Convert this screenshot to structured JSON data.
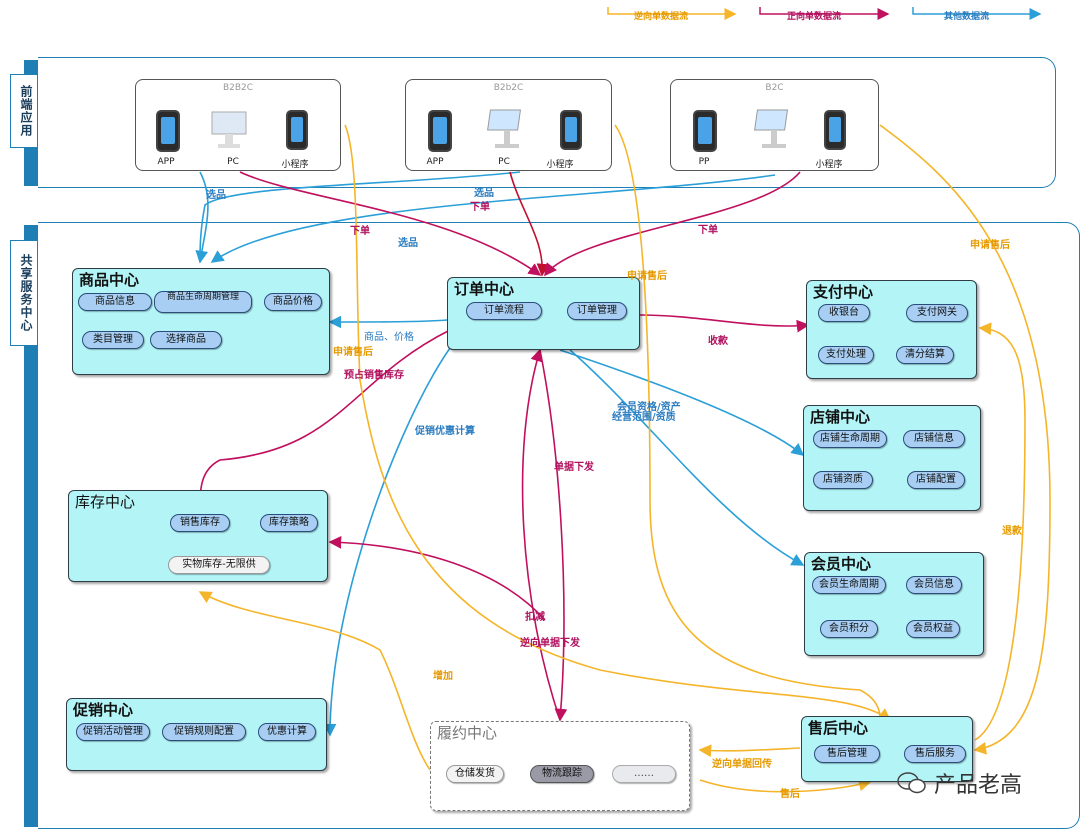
{
  "legend": {
    "reverse_flow": "逆向单数据流",
    "forward_flow": "正向单数据流",
    "other_flow": "其他数据流",
    "colors": {
      "reverse": "#f5a623",
      "forward": "#c0105e",
      "other": "#2a9fd8"
    }
  },
  "bands": {
    "front": "前端应用",
    "shared": "共享服务中心"
  },
  "clients": [
    {
      "title": "B2B2C",
      "devices": [
        "APP",
        "PC",
        "小程序"
      ]
    },
    {
      "title": "B2b2C",
      "devices": [
        "APP",
        "PC",
        "小程序"
      ]
    },
    {
      "title": "B2C",
      "devices": [
        "PP",
        "",
        "小程序"
      ]
    }
  ],
  "centers": {
    "product": {
      "title": "商品中心",
      "items": [
        "商品信息",
        "商品生命周期管理",
        "商品价格",
        "类目管理",
        "选择商品"
      ]
    },
    "order": {
      "title": "订单中心",
      "items": [
        "订单流程",
        "订单管理"
      ]
    },
    "payment": {
      "title": "支付中心",
      "items": [
        "收银台",
        "支付网关",
        "支付处理",
        "清分结算"
      ]
    },
    "shop": {
      "title": "店铺中心",
      "items": [
        "店铺生命周期",
        "店铺信息",
        "店铺资质",
        "店铺配置"
      ]
    },
    "inventory": {
      "title": "库存中心",
      "items": [
        "销售库存",
        "库存策略",
        "实物库存-无限供"
      ]
    },
    "member": {
      "title": "会员中心",
      "items": [
        "会员生命周期",
        "会员信息",
        "会员积分",
        "会员权益"
      ]
    },
    "promo": {
      "title": "促销中心",
      "items": [
        "促销活动管理",
        "促销规则配置",
        "优惠计算"
      ]
    },
    "fulfill": {
      "title": "履约中心",
      "items": [
        "仓储发货",
        "物流跟踪",
        "……"
      ]
    },
    "aftersale": {
      "title": "售后中心",
      "items": [
        "售后管理",
        "售后服务"
      ]
    }
  },
  "flow_labels": {
    "xuanpin1": "选品",
    "xuanpin2": "选品",
    "xuanpin3": "选品",
    "xiadan1": "下单",
    "xiadan2": "下单",
    "xiadan3": "下单",
    "shenqing1": "申请售后",
    "shenqing2": "申请售后",
    "shenqing3": "申请售后",
    "shangpin_jiage": "商品、价格",
    "yuzhan": "预占销售库存",
    "shoukuan": "收款",
    "huiyuan_zige": "会员资格/资产",
    "jingying": "经营范围/资质",
    "cuxiao": "促销优惠计算",
    "danju": "单据下发",
    "kouku": "扣减",
    "nixiang": "逆向单据下发",
    "zengjia": "增加",
    "tuikuan": "退款",
    "nixiang_huichuan": "逆向单据回传",
    "shouhou": "售后"
  },
  "watermark": "产品老高"
}
